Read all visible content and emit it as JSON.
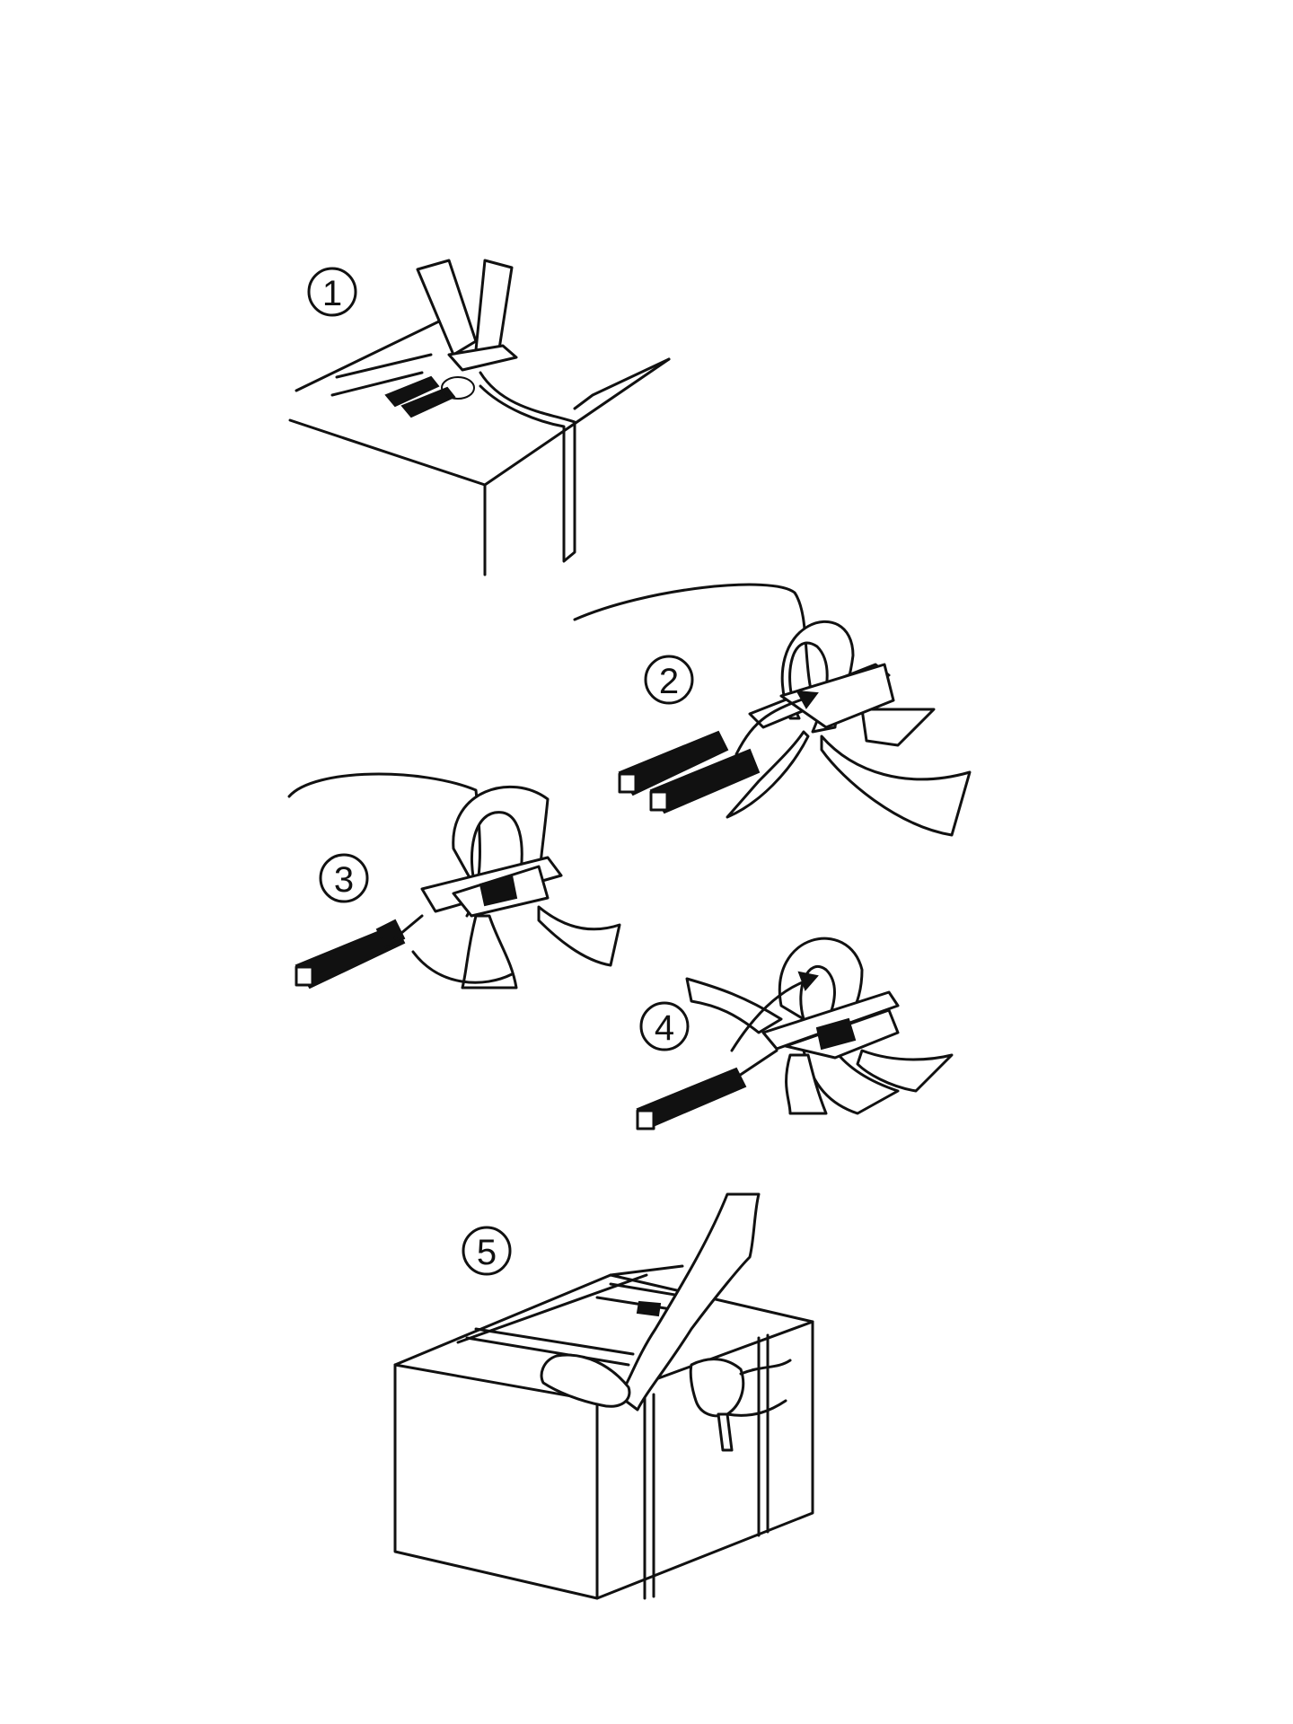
{
  "steps": [
    {
      "number": "1"
    },
    {
      "number": "2"
    },
    {
      "number": "3"
    },
    {
      "number": "4"
    },
    {
      "number": "5"
    }
  ],
  "colors": {
    "ink": "#111111",
    "paper": "#ffffff"
  }
}
